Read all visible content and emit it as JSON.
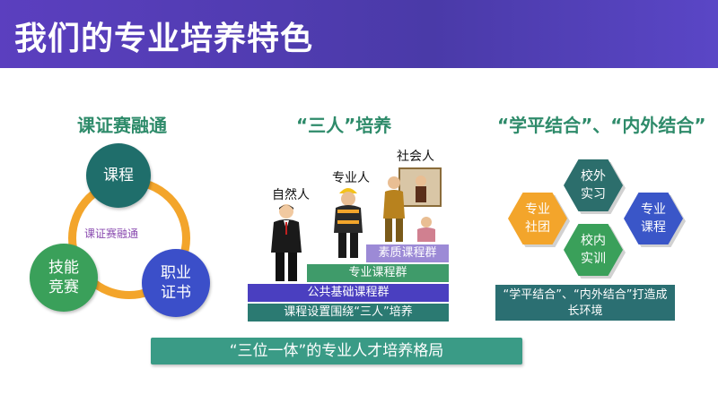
{
  "header": {
    "title": "我们的专业培养特色"
  },
  "left": {
    "title": "课证赛融通",
    "center_label": "课证赛融通",
    "nodes": [
      {
        "label": "课程",
        "color": "#1f6e6b"
      },
      {
        "label": "技能\n竞赛",
        "color": "#3aa05a"
      },
      {
        "label": "职业\n证书",
        "color": "#3b4fc9"
      }
    ],
    "ring_color": "#f3a52b"
  },
  "middle": {
    "title": "“三人”培养",
    "people": [
      "自然人",
      "专业人",
      "社会人"
    ],
    "steps": [
      {
        "label": "素质课程群",
        "color": "#9c8ad6"
      },
      {
        "label": "专业课程群",
        "color": "#3f9b6a"
      },
      {
        "label": "公共基础课程群",
        "color": "#4a3fc0"
      },
      {
        "label": "课程设置围绕“三人”培养",
        "color": "#2b7a72"
      }
    ]
  },
  "right": {
    "title": "“学平结合”、“内外结合”",
    "hexes": [
      {
        "label": "校外\n实习",
        "color": "#2c6e6c"
      },
      {
        "label": "专业\n社团",
        "color": "#f3a52b"
      },
      {
        "label": "专业\n课程",
        "color": "#3a56c8"
      },
      {
        "label": "校内\n实训",
        "color": "#3aa05a"
      }
    ],
    "caption": "“学平结合”、“内外结合”打造成长环境"
  },
  "footer": {
    "label": "“三位一体”的专业人才培养格局",
    "color": "#3a9b86"
  }
}
